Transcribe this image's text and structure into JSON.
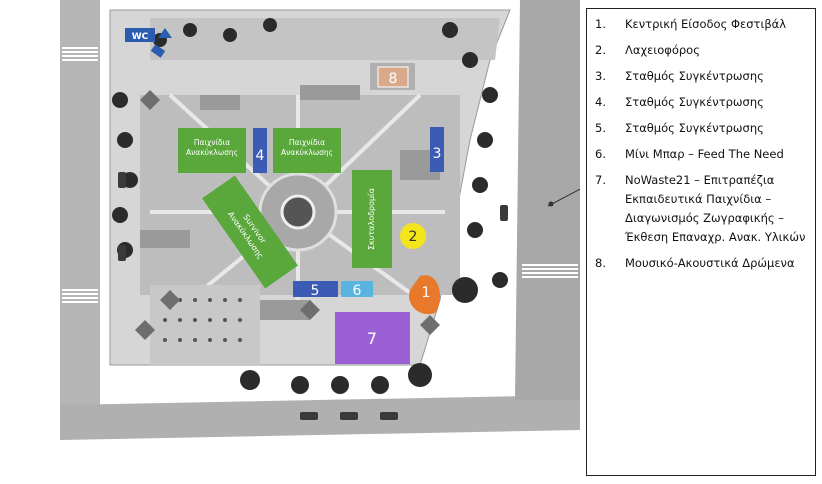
{
  "map": {
    "wc_label": "WC",
    "zones": [
      {
        "id": "8",
        "label": "8",
        "color": "#d9a98a"
      },
      {
        "id": "4",
        "label": "4",
        "color": "#3b5bb5"
      },
      {
        "id": "3",
        "label": "3",
        "color": "#3b5bb5"
      },
      {
        "id": "5",
        "label": "5",
        "color": "#3b5bb5"
      },
      {
        "id": "6",
        "label": "6",
        "color": "#5ab4e0"
      },
      {
        "id": "2",
        "label": "2",
        "color": "#f2e51a"
      },
      {
        "id": "1",
        "label": "1",
        "color": "#e8782a"
      },
      {
        "id": "7",
        "label": "7",
        "color": "#9b5fd6"
      }
    ],
    "green_areas": [
      {
        "id": "recycling-games-left",
        "lines": [
          "Παιχνίδια",
          "Ανακύκλωσης"
        ]
      },
      {
        "id": "recycling-games-right",
        "lines": [
          "Παιχνίδια",
          "Ανακύκλωσης"
        ]
      },
      {
        "id": "survivor",
        "lines": [
          "Survivor",
          "Ανακύκλωσης"
        ]
      },
      {
        "id": "treasure-hunt",
        "lines": [
          "Σκυταλοδρομία"
        ]
      }
    ],
    "colors": {
      "green": "#5aa83c",
      "ground": "#cfcfcf",
      "road": "#9a9a9a",
      "building": "#8a8a8a"
    }
  },
  "legend": {
    "items": [
      {
        "num": "1.",
        "text": "Κεντρική Είσοδος Φεστιβάλ"
      },
      {
        "num": "2.",
        "text": "Λαχειοφόρος"
      },
      {
        "num": "3.",
        "text": "Σταθμός Συγκέντρωσης"
      },
      {
        "num": "4.",
        "text": "Σταθμός Συγκέντρωσης"
      },
      {
        "num": "5.",
        "text": "Σταθμός Συγκέντρωσης"
      },
      {
        "num": "6.",
        "text": "Μίνι Μπαρ – Feed The Need"
      },
      {
        "num": "7.",
        "text": "NoWaste21 – Επιτραπέζια Εκπαιδευτικά Παιχνίδια – Διαγωνισμός Ζωγραφικής – Έκθεση Επαναχρ. Ανακ. Υλικών"
      },
      {
        "num": "8.",
        "text": "Μουσικό-Ακουστικά Δρώμενα"
      }
    ]
  }
}
